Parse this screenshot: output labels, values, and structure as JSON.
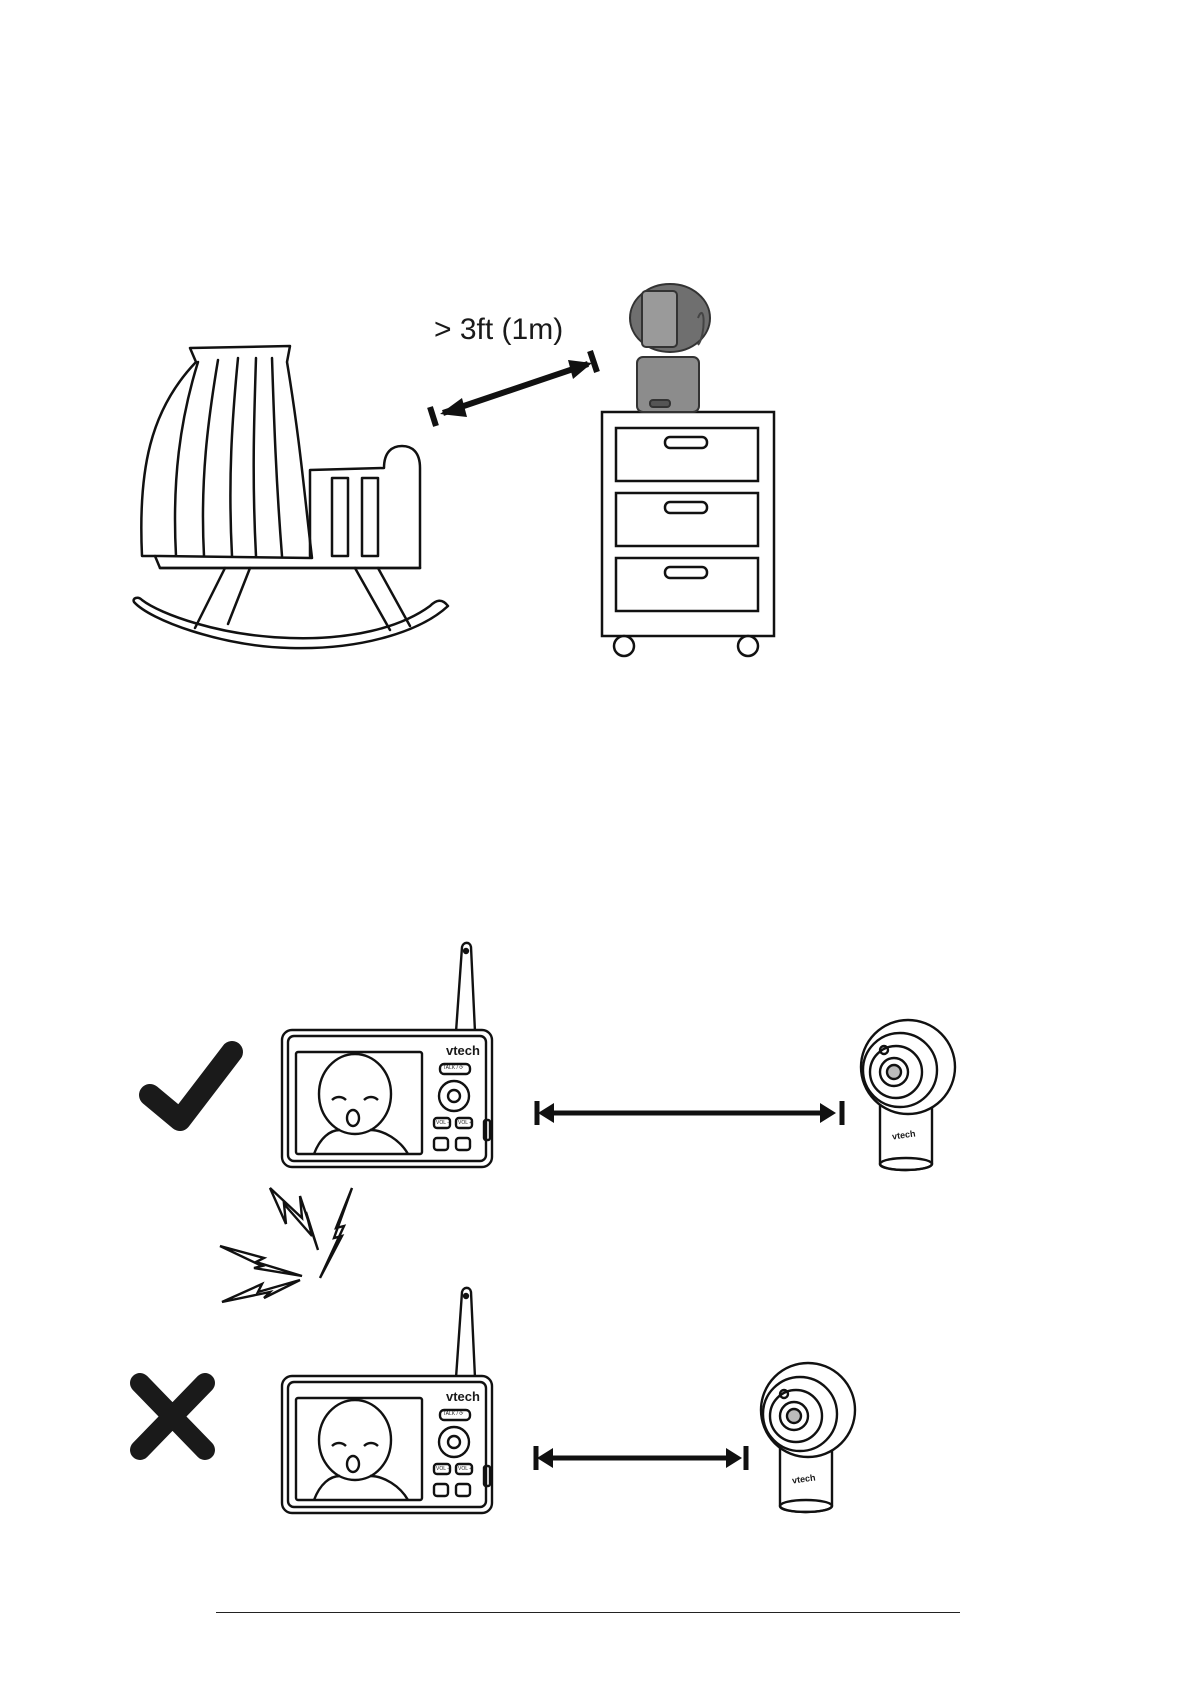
{
  "placement": {
    "distance_label": "> 3ft (1m)"
  },
  "monitor": {
    "brand": "vtech",
    "talk_label": "TALK / ⟳",
    "vol_down_label": "VOL -",
    "vol_up_label": "VOL +"
  },
  "camera": {
    "brand": "vtech"
  },
  "status": {
    "correct_icon": "check-mark-icon",
    "incorrect_icon": "cross-mark-icon",
    "interference_icon": "lightning-bolt-icon"
  }
}
